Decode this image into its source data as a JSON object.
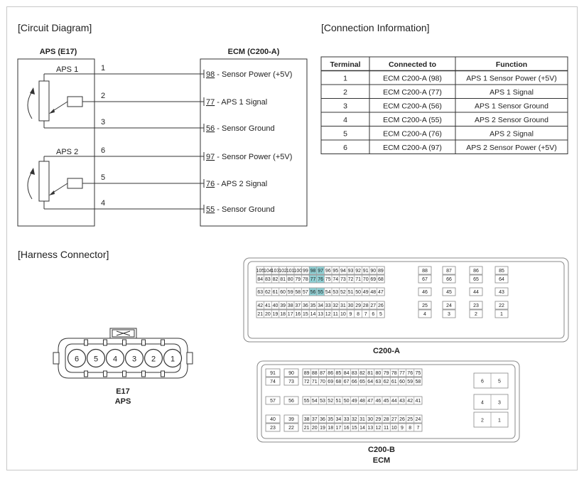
{
  "circuit": {
    "title": "[Circuit Diagram]",
    "aps_label": "APS (E17)",
    "ecm_label": "ECM (C200-A)",
    "aps1": "APS 1",
    "aps2": "APS 2",
    "pins": [
      "1",
      "2",
      "3",
      "6",
      "5",
      "4"
    ],
    "ecm_pins": [
      {
        "num": "98",
        "label": " - Sensor Power (+5V)"
      },
      {
        "num": "77",
        "label": " - APS 1 Signal"
      },
      {
        "num": "56",
        "label": " - Sensor Ground"
      },
      {
        "num": "97",
        "label": " - Sensor Power (+5V)"
      },
      {
        "num": "76",
        "label": " - APS 2 Signal"
      },
      {
        "num": "55",
        "label": " - Sensor Ground"
      }
    ]
  },
  "connection": {
    "title": "[Connection Information]",
    "headers": [
      "Terminal",
      "Connected to",
      "Function"
    ],
    "rows": [
      [
        "1",
        "ECM C200-A (98)",
        "APS 1 Sensor Power (+5V)"
      ],
      [
        "2",
        "ECM C200-A (77)",
        "APS 1 Signal"
      ],
      [
        "3",
        "ECM C200-A (56)",
        "APS 1 Sensor Ground"
      ],
      [
        "4",
        "ECM C200-A (55)",
        "APS 2 Sensor Ground"
      ],
      [
        "5",
        "ECM C200-A (76)",
        "APS 2 Signal"
      ],
      [
        "6",
        "ECM C200-A (97)",
        "APS 2 Sensor Power (+5V)"
      ]
    ]
  },
  "harness": {
    "title": "[Harness Connector]",
    "e17_pins": [
      "6",
      "5",
      "4",
      "3",
      "2",
      "1"
    ],
    "e17_label1": "E17",
    "e17_label2": "APS",
    "c200a_label": "C200-A",
    "c200b_label1": "C200-B",
    "c200b_label2": "ECM",
    "c200a_highlight": [
      "98",
      "97",
      "77",
      "76",
      "56",
      "55"
    ],
    "c200a_rows": [
      [
        [
          "105",
          "104",
          "103",
          "102",
          "101",
          "100",
          "99",
          "98",
          "97",
          "96",
          "95",
          "94",
          "93",
          "92",
          "91",
          "90",
          "89"
        ],
        [
          "88"
        ],
        [
          "87"
        ],
        [
          "86"
        ],
        [
          "85"
        ]
      ],
      [
        [
          "84",
          "83",
          "82",
          "81",
          "80",
          "79",
          "78",
          "77",
          "76",
          "75",
          "74",
          "73",
          "72",
          "71",
          "70",
          "69",
          "68"
        ],
        [
          "67"
        ],
        [
          "66"
        ],
        [
          "65"
        ],
        [
          "64"
        ]
      ],
      [
        [
          "63",
          "62",
          "61",
          "60",
          "59",
          "58",
          "57",
          "56",
          "55",
          "54",
          "53",
          "52",
          "51",
          "50",
          "49",
          "48",
          "47"
        ],
        [
          "46"
        ],
        [
          "45"
        ],
        [
          "44"
        ],
        [
          "43"
        ]
      ],
      [
        [
          "42",
          "41",
          "40",
          "39",
          "38",
          "37",
          "36",
          "35",
          "34",
          "33",
          "32",
          "31",
          "30",
          "29",
          "28",
          "27",
          "26"
        ],
        [
          "25"
        ],
        [
          "24"
        ],
        [
          "23"
        ],
        [
          "22"
        ]
      ],
      [
        [
          "21",
          "20",
          "19",
          "18",
          "17",
          "16",
          "15",
          "14",
          "13",
          "12",
          "11",
          "10",
          "9",
          "8",
          "7",
          "6",
          "5"
        ],
        [
          "4"
        ],
        [
          "3"
        ],
        [
          "2"
        ],
        [
          "1"
        ]
      ]
    ],
    "c200b_rows": [
      [
        [
          "91"
        ],
        [
          "90"
        ],
        [
          "89",
          "88",
          "87",
          "86",
          "85",
          "84",
          "83",
          "82",
          "81",
          "80",
          "79",
          "78",
          "77",
          "76",
          "75"
        ]
      ],
      [
        [
          "74"
        ],
        [
          "73"
        ],
        [
          "72",
          "71",
          "70",
          "69",
          "68",
          "67",
          "66",
          "65",
          "64",
          "63",
          "62",
          "61",
          "60",
          "59",
          "58"
        ]
      ],
      [
        [
          "57"
        ],
        [
          "56"
        ],
        [
          "55",
          "54",
          "53",
          "52",
          "51",
          "50",
          "49",
          "48",
          "47",
          "46",
          "45",
          "44",
          "43",
          "42",
          "41"
        ]
      ],
      [
        [
          "40"
        ],
        [
          "39"
        ],
        [
          "38",
          "37",
          "36",
          "35",
          "34",
          "33",
          "32",
          "31",
          "30",
          "29",
          "28",
          "27",
          "26",
          "25",
          "24"
        ]
      ],
      [
        [
          "23"
        ],
        [
          "22"
        ],
        [
          "21",
          "20",
          "19",
          "18",
          "17",
          "16",
          "15",
          "14",
          "13",
          "12",
          "11",
          "10",
          "9",
          "8",
          "7"
        ]
      ]
    ],
    "c200b_side": [
      [
        "6",
        "5"
      ],
      [
        "4",
        "3"
      ],
      [
        "2",
        "1"
      ]
    ]
  }
}
